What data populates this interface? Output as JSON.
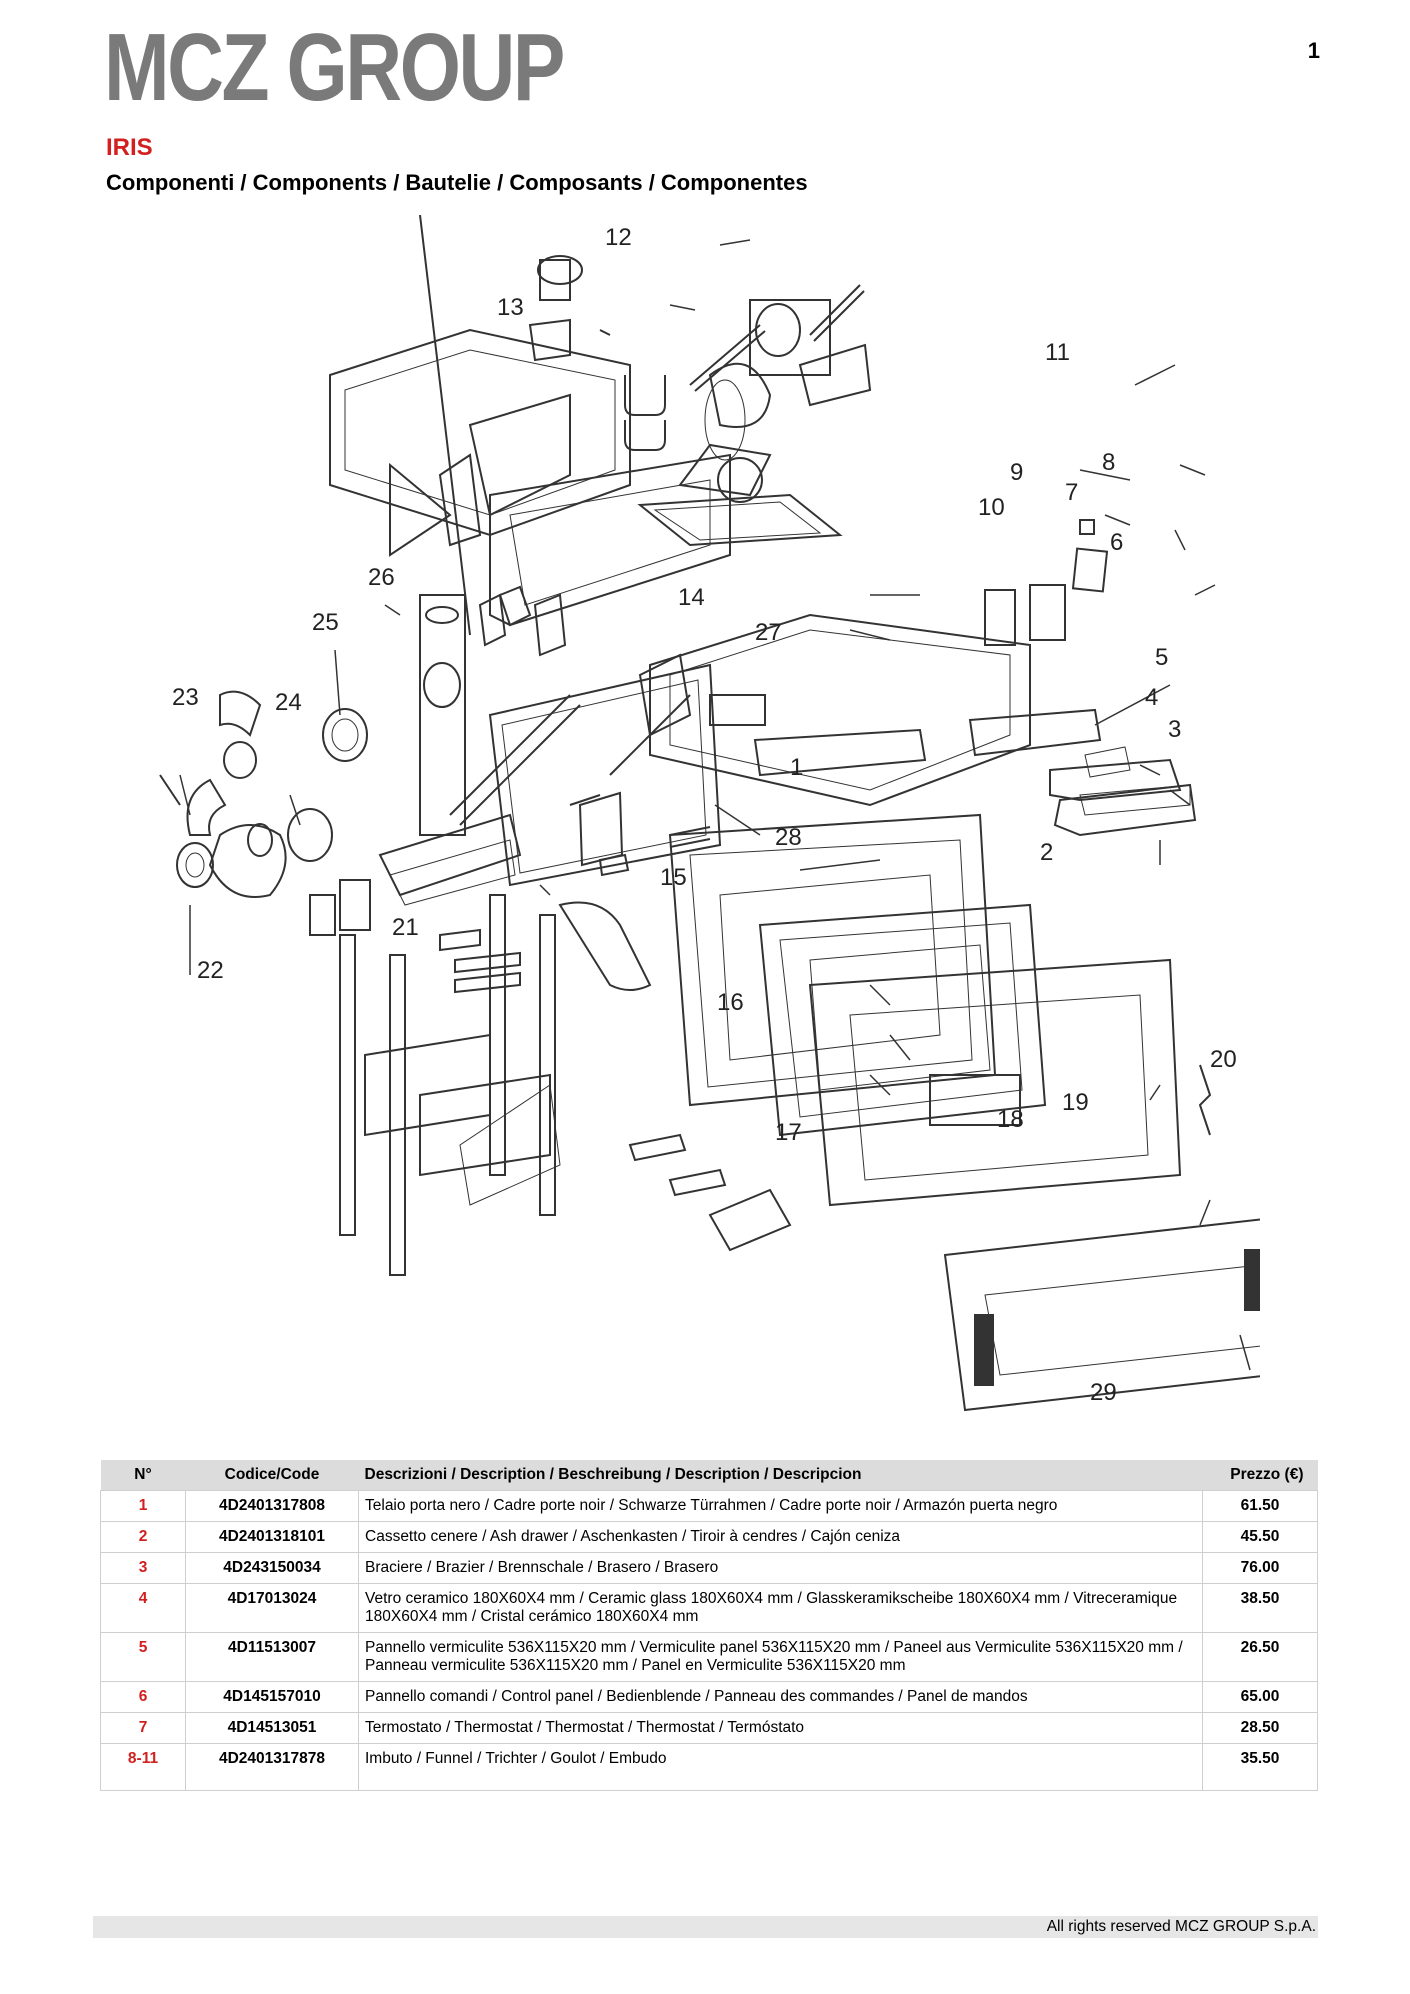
{
  "header": {
    "logo_text": "MCZ GROUP",
    "page_number": "1",
    "product": "IRIS",
    "subtitle": "Componenti / Components / Bautelie / Composants / Componentes"
  },
  "diagram": {
    "callouts": [
      "1",
      "2",
      "3",
      "4",
      "5",
      "6",
      "7",
      "8",
      "9",
      "10",
      "11",
      "12",
      "13",
      "14",
      "15",
      "16",
      "17",
      "18",
      "19",
      "20",
      "21",
      "22",
      "23",
      "24",
      "25",
      "26",
      "27",
      "28",
      "29"
    ]
  },
  "table": {
    "headers": {
      "no": "N°",
      "code": "Codice/Code",
      "description": "Descrizioni / Description / Beschreibung / Description / Descripcion",
      "price": "Prezzo (€)"
    },
    "rows": [
      {
        "no": "1",
        "code": "4D2401317808",
        "description": "Telaio porta nero / Cadre porte noir / Schwarze Türrahmen / Cadre porte noir / Armazón puerta negro",
        "price": "61.50"
      },
      {
        "no": "2",
        "code": "4D2401318101",
        "description": "Cassetto cenere / Ash drawer / Aschenkasten / Tiroir à cendres / Cajón ceniza",
        "price": "45.50"
      },
      {
        "no": "3",
        "code": "4D243150034",
        "description": "Braciere / Brazier / Brennschale / Brasero / Brasero",
        "price": "76.00"
      },
      {
        "no": "4",
        "code": "4D17013024",
        "description": "Vetro ceramico 180X60X4 mm / Ceramic glass 180X60X4 mm / Glasskeramikscheibe 180X60X4 mm / Vitreceramique 180X60X4 mm / Cristal cerámico 180X60X4 mm",
        "price": "38.50"
      },
      {
        "no": "5",
        "code": "4D11513007",
        "description": "Pannello vermiculite 536X115X20 mm / Vermiculite panel 536X115X20 mm / Paneel aus Vermiculite 536X115X20 mm / Panneau vermiculite 536X115X20 mm / Panel en Vermiculite 536X115X20 mm",
        "price": "26.50"
      },
      {
        "no": "6",
        "code": "4D145157010",
        "description": "Pannello comandi / Control panel / Bedienblende / Panneau des commandes / Panel de mandos",
        "price": "65.00"
      },
      {
        "no": "7",
        "code": "4D14513051",
        "description": "Termostato / Thermostat / Thermostat / Thermostat / Termóstato",
        "price": "28.50"
      },
      {
        "no": "8-11",
        "code": "4D2401317878",
        "description": "Imbuto / Funnel / Trichter / Goulot / Embudo",
        "price": "35.50"
      }
    ]
  },
  "footer": {
    "text": "All rights reserved MCZ GROUP S.p.A."
  }
}
